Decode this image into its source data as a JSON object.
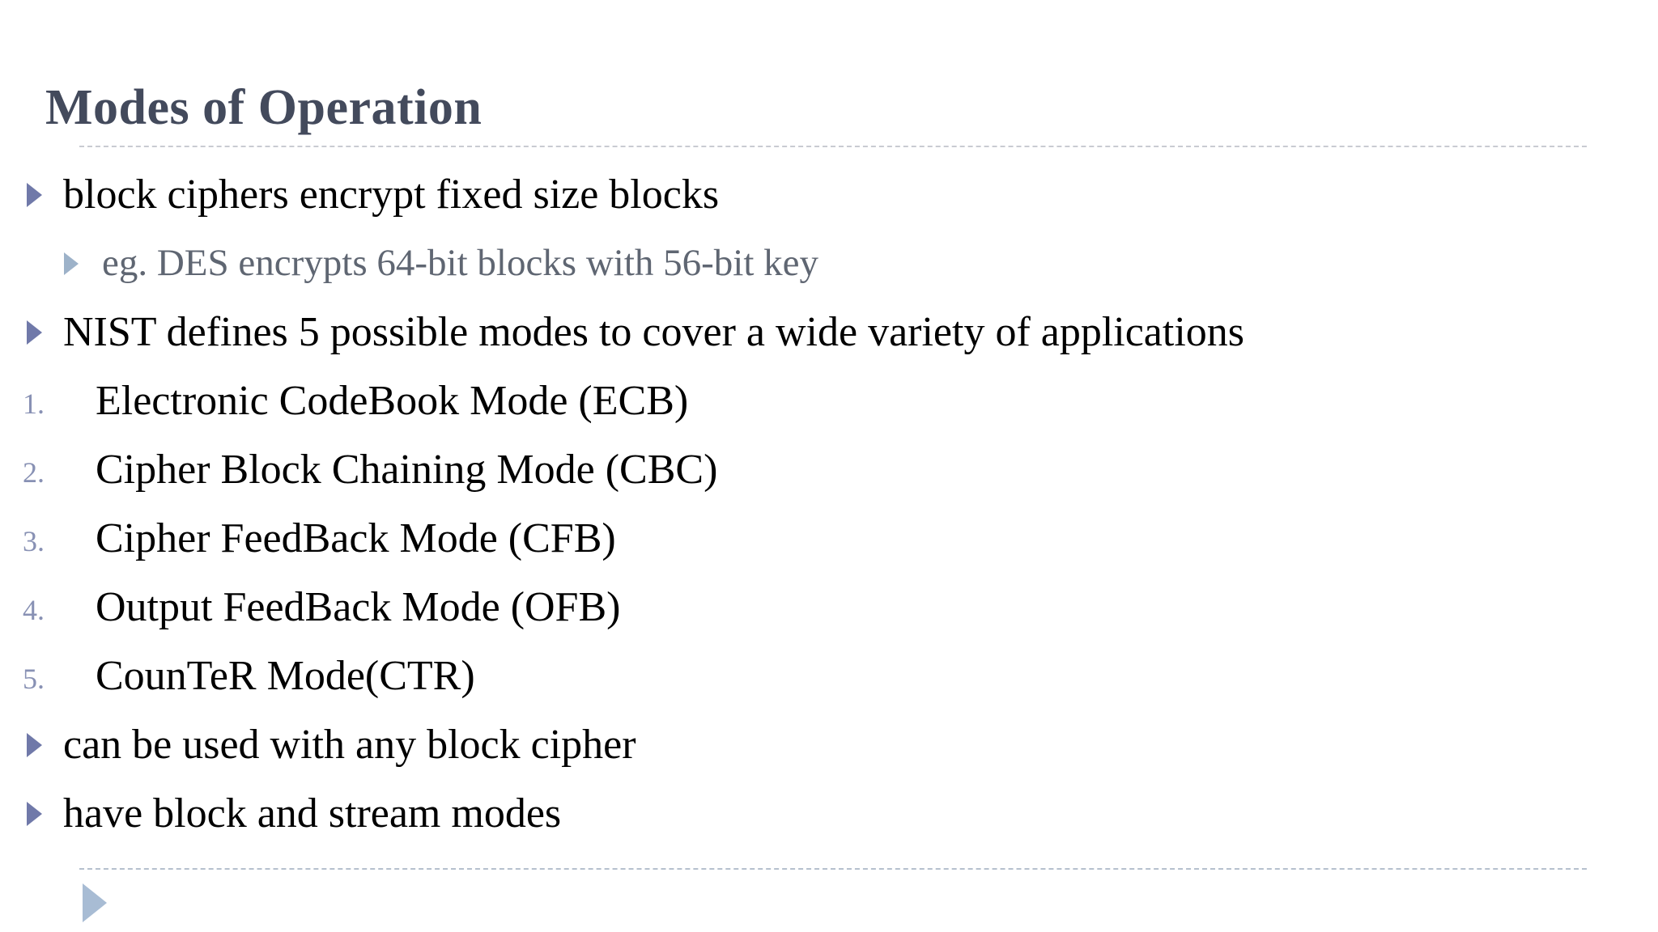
{
  "slide": {
    "title": "Modes of Operation",
    "background_color": "#ffffff",
    "title_color": "#434a5c",
    "rule_color": "#c9cbd2",
    "bullet_color": "#7079a9",
    "sub_bullet_color": "#9db2c9",
    "number_color": "#8891b4",
    "footer_bullet_color": "#a8bcd4",
    "footer_rule_color": "#b6c0ce"
  },
  "body": {
    "items": [
      {
        "level": 1,
        "marker": "triangle-bullet",
        "text": "block ciphers encrypt fixed size blocks"
      },
      {
        "level": 2,
        "marker": "triangle-bullet",
        "text": "eg. DES encrypts 64-bit blocks with 56-bit key"
      },
      {
        "level": 1,
        "marker": "triangle-bullet",
        "text": "NIST defines 5 possible modes to cover a wide variety of applications"
      },
      {
        "level": 1,
        "marker": "1.",
        "text": "Electronic CodeBook Mode (ECB)"
      },
      {
        "level": 1,
        "marker": "2.",
        "text": "Cipher Block Chaining Mode (CBC)"
      },
      {
        "level": 1,
        "marker": "3.",
        "text": "Cipher FeedBack Mode (CFB)"
      },
      {
        "level": 1,
        "marker": "4.",
        "text": "Output FeedBack Mode (OFB)"
      },
      {
        "level": 1,
        "marker": "5.",
        "text": "CounTeR Mode(CTR)"
      },
      {
        "level": 1,
        "marker": "triangle-bullet",
        "text": "can be used with any block cipher"
      },
      {
        "level": 1,
        "marker": "triangle-bullet",
        "text": "have block and stream modes"
      }
    ],
    "numbers": {
      "n1": "1.",
      "n2": "2.",
      "n3": "3.",
      "n4": "4.",
      "n5": "5."
    }
  },
  "footer": {
    "marker": "triangle-bullet",
    "text": ""
  }
}
